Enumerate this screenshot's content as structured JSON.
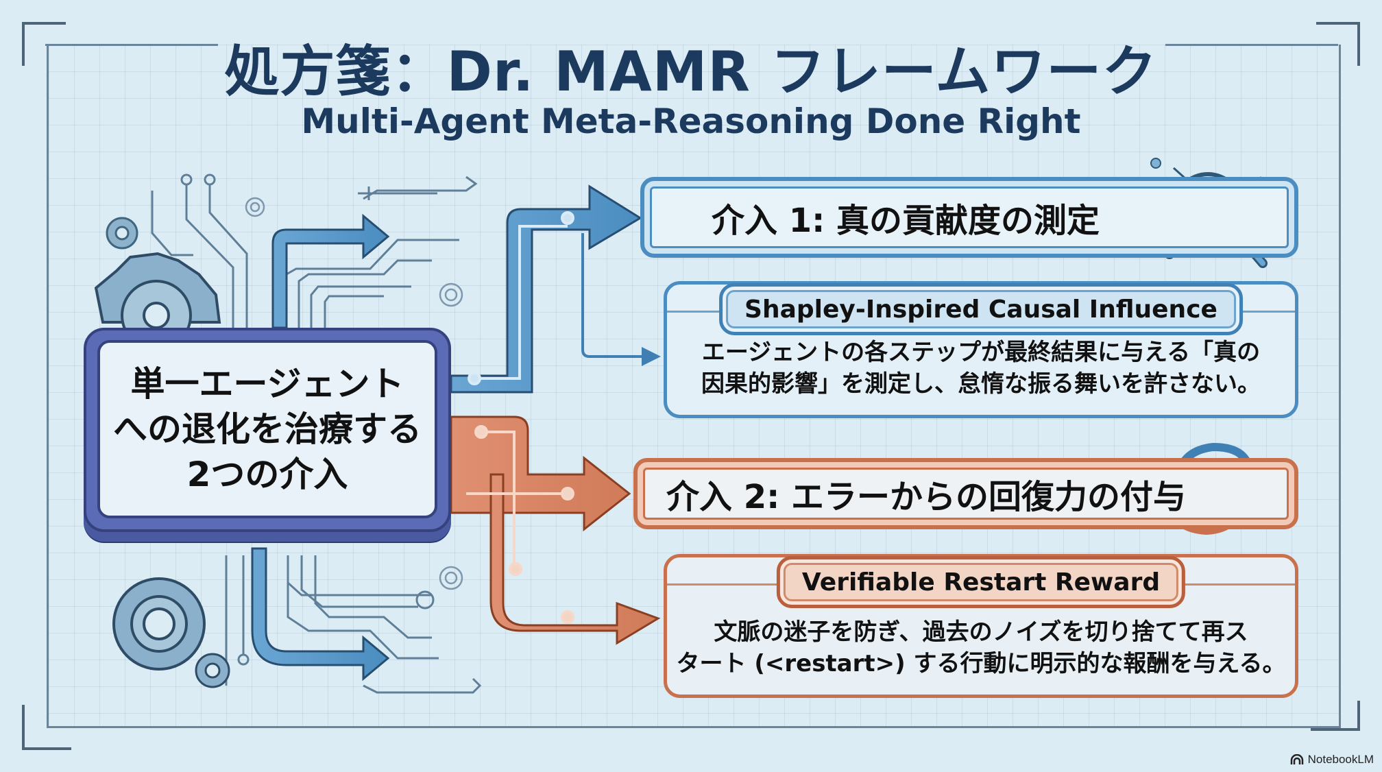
{
  "header": {
    "title": "処方箋：Dr. MAMR フレームワーク",
    "subtitle": "Multi-Agent Meta-Reasoning Done Right"
  },
  "central": {
    "text": "単一エージェント\nへの退化を治療する\n2つの介入"
  },
  "interventions": [
    {
      "heading": "介入 1: 真の貢献度の測定",
      "icon": "magnifying-glass-icon",
      "method": "Shapley-Inspired Causal Influence",
      "description": "エージェントの各ステップが最終結果に与える「真の\n因果的影響」を測定し、怠惰な振る舞いを許さない。",
      "color": "#4b8dc0"
    },
    {
      "heading": "介入 2: エラーからの回復力の付与",
      "icon": "restart-cycle-icon",
      "method": "Verifiable Restart Reward",
      "description": "文脈の迷子を防ぎ、過去のノイズを切り捨てて再ス\nタート (<restart>) する行動に明示的な報酬を与える。",
      "color": "#c9704c"
    }
  ],
  "branding": {
    "label": "NotebookLM",
    "icon": "notebooklm-logo-icon"
  },
  "colors": {
    "background": "#dcecf5",
    "title": "#1c3a5e",
    "blue_accent": "#4b8dc0",
    "orange_accent": "#c9704c",
    "central_border": "#5b6bb5"
  }
}
